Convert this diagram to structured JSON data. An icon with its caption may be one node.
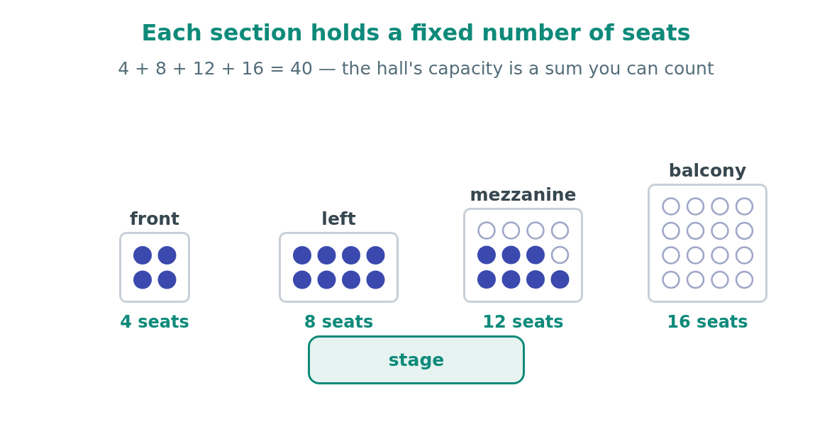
{
  "diagram": {
    "title": "Each section holds a fixed number of seats",
    "caption": "4 + 8 + 12 + 16 = 40 — the hall's capacity is a sum you can count",
    "nodes": [
      {
        "text": [
          "front"
        ],
        "beside": [
          "4 seats"
        ]
      },
      {
        "text": [
          "left"
        ],
        "beside": [
          "8 seats"
        ]
      },
      {
        "text": [
          "mezzanine"
        ],
        "beside": [
          "12 seats"
        ]
      },
      {
        "text": [
          "balcony"
        ],
        "beside": [
          "16 seats"
        ]
      },
      {
        "text": [
          "stage"
        ]
      }
    ],
    "edges": []
  }
}
